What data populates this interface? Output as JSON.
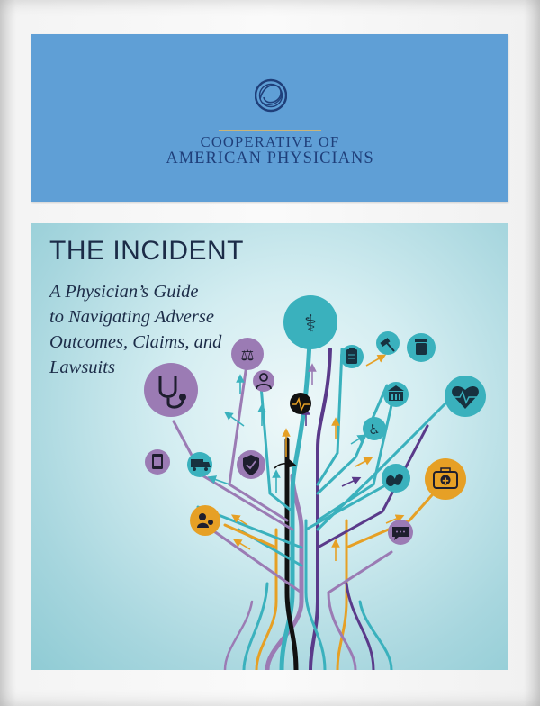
{
  "organization": {
    "line1": "COOPERATIVE OF",
    "line2": "AMERICAN PHYSICIANS"
  },
  "cover": {
    "title": "THE INCIDENT",
    "subtitle_lines": [
      "A Physician’s Guide",
      "to Navigating Adverse",
      "Outcomes, Claims, and",
      "Lawsuits"
    ]
  },
  "colors": {
    "header_blue": "#5f9fd6",
    "navy_text": "#1f3f7a",
    "teal": "#3ab1bd",
    "purple": "#9b7bb4",
    "orange": "#e6a025",
    "dark_purple": "#5a3a8a",
    "black": "#111111"
  },
  "icons": [
    "caduceus-icon",
    "scales-of-justice-icon",
    "gavel-icon",
    "prescription-bottle-icon",
    "clipboard-icon",
    "hospital-building-icon",
    "stethoscope-icon",
    "doctor-icon",
    "heartbeat-icon",
    "ekg-icon",
    "wheelchair-icon",
    "tablet-icon",
    "ambulance-icon",
    "shield-icon",
    "pills-icon",
    "first-aid-kit-icon",
    "patient-icon",
    "chat-bubble-icon"
  ]
}
